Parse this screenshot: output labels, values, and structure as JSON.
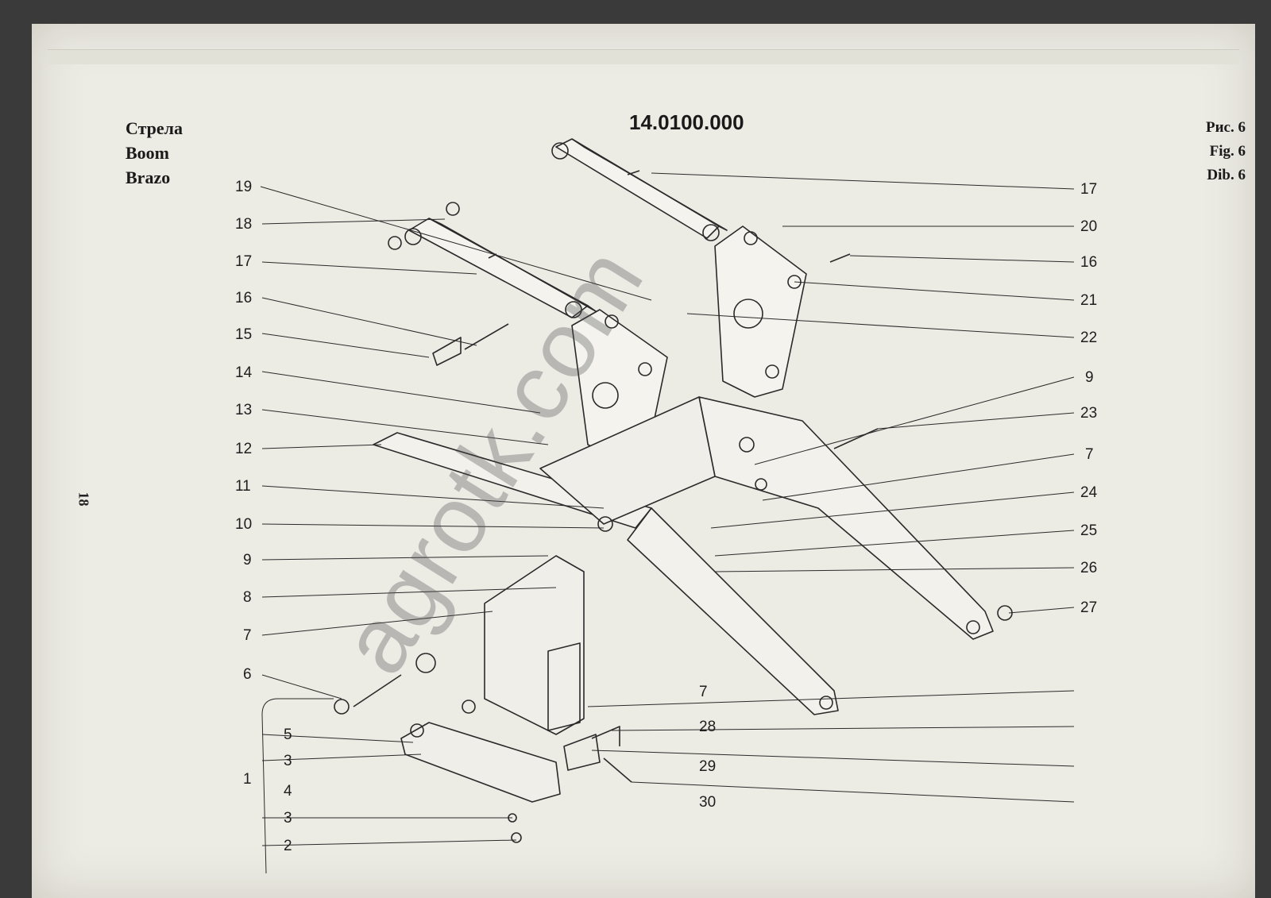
{
  "header": {
    "title_ru": "Стрела",
    "title_en": "Boom",
    "title_es": "Brazo",
    "part_number": "14.0100.000",
    "fig_ru": "Рис. 6",
    "fig_en": "Fig. 6",
    "fig_es": "Dib. 6"
  },
  "page_number": "18",
  "watermark": "agrotk.com",
  "callouts": {
    "left": [
      "19",
      "18",
      "17",
      "16",
      "15",
      "14",
      "13",
      "12",
      "11",
      "10",
      "9",
      "8",
      "7",
      "6",
      "5",
      "3",
      "1",
      "4",
      "3",
      "2"
    ],
    "right": [
      "17",
      "20",
      "16",
      "21",
      "22",
      "9",
      "23",
      "7",
      "24",
      "25",
      "26",
      "27",
      "7",
      "28",
      "29",
      "30"
    ]
  },
  "colors": {
    "paper": "#ecebe4",
    "ink": "#1e1e1e"
  }
}
